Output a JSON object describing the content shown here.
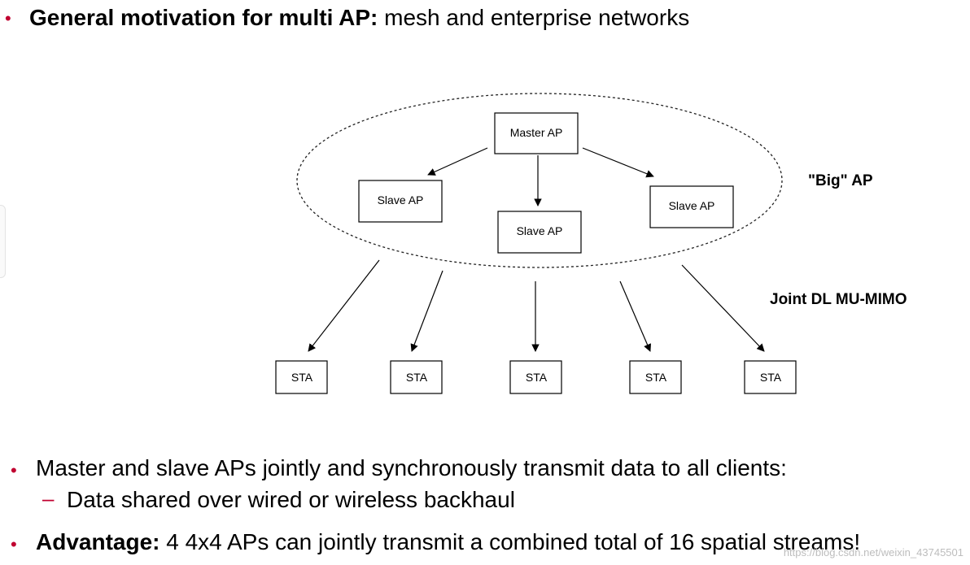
{
  "header": {
    "bold": "General motivation for multi AP:",
    "rest": " mesh and enterprise networks"
  },
  "diagram": {
    "master": "Master AP",
    "slave_left": "Slave AP",
    "slave_center": "Slave AP",
    "slave_right": "Slave AP",
    "big_ap_label": "\"Big\" AP",
    "joint_label": "Joint DL MU-MIMO",
    "sta_labels": [
      "STA",
      "STA",
      "STA",
      "STA",
      "STA"
    ]
  },
  "bullets": {
    "b1": "Master and slave APs jointly and synchronously transmit data to all clients:",
    "sub1": "Data shared over wired or wireless backhaul",
    "b2_bold": "Advantage:",
    "b2_rest": " 4 4x4 APs can jointly transmit a combined total of 16 spatial streams!"
  },
  "watermark": "https://blog.csdn.net/weixin_43745501",
  "colors": {
    "bullet": "#c00030",
    "text": "#000000"
  }
}
